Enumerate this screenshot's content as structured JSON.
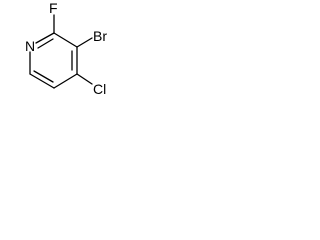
{
  "molecule": {
    "atoms": {
      "fluorine": "F",
      "bromine": "Br",
      "nitrogen": "N",
      "chlorine": "Cl"
    },
    "bond_color": "#000000",
    "label_color": "#000000"
  }
}
